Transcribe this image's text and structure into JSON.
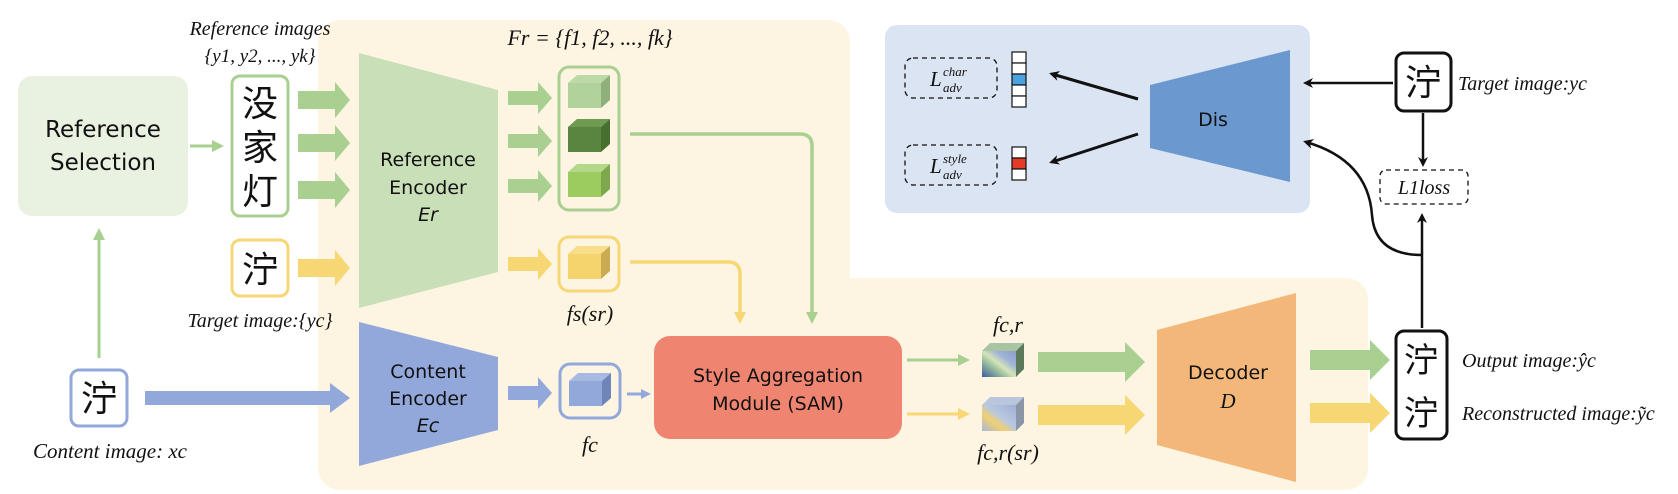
{
  "title": "Font generation framework with reference selection, style aggregation and discriminator",
  "colors": {
    "cream_panel": "#fdf5e2",
    "ref_green": "#c9dfb8",
    "green_arrow": "#a9cf91",
    "yellow_arrow": "#f7d774",
    "content_blue": "#93a8da",
    "sam_red": "#ef8470",
    "decoder_orange": "#f3b77a",
    "dis_panel": "#dae4f2",
    "dis_blue": "#6a98cf",
    "ref_select_bg": "#e9f1e1"
  },
  "reference_selection": {
    "line1": "Reference",
    "line2": "Selection"
  },
  "reference_images": {
    "title": "Reference images",
    "set_label": "{y1, y2, ..., yk}",
    "chars": [
      "没",
      "家",
      "灯"
    ]
  },
  "target_input": {
    "char": "泞",
    "label": "Target image:{yc}"
  },
  "content_input": {
    "char": "泞",
    "label": "Content image: xc"
  },
  "reference_encoder": {
    "line1": "Reference",
    "line2": "Encoder",
    "symbol": "Er"
  },
  "content_encoder": {
    "line1": "Content",
    "line2": "Encoder",
    "symbol": "Ec"
  },
  "feature_set_label": "Fr = {f1, f2, ..., fk}",
  "fs_label": "fs(sr)",
  "fc_label": "fc",
  "sam": {
    "line1": "Style Aggregation",
    "line2": "Module (SAM)"
  },
  "fcr_label": "fc,r",
  "fcr_sr_label": "fc,r(sr)",
  "decoder": {
    "line1": "Decoder",
    "symbol": "D"
  },
  "output": {
    "char_top": "泞",
    "char_bottom": "泞",
    "output_label": "Output image:ŷc",
    "reconstructed_label": "Reconstructed image:ỹc"
  },
  "discriminator": {
    "label": "Dis",
    "loss_char": {
      "base": "L",
      "sup": "char",
      "sub": "adv"
    },
    "loss_style": {
      "base": "L",
      "sup": "style",
      "sub": "adv"
    }
  },
  "target_right": {
    "char": "泞",
    "label": "Target image:yc"
  },
  "l1_loss": "L1loss"
}
